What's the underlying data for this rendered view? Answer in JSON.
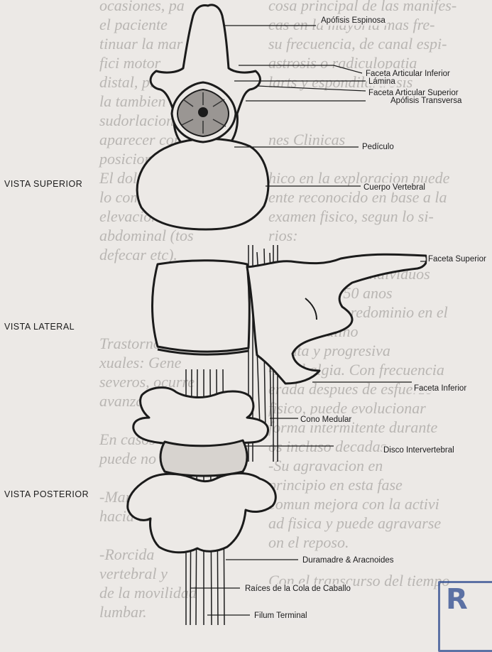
{
  "background_text": {
    "left_column": "ocasiones, pa\nel paciente\ntinuar la mar\nfici motor\ndistal, pie\nla tambien\nsudorlacion\naparecer con\nposicion erecta\nEl dolor y las\nlo comun no se\nelevacion de la\nabdominal (tos\ndefecar etc).",
    "left_column_2": "Trastornos\nxuales: Gene\nseveros, ocurre\navanzados.\n\nEn casos no\npuede no existe\n\n-Marcha ant\nhacia adelante\n\n-Rorcida\nvertebral y\nde la movilidad\nlumbar.",
    "right_column": "cosa principal de las manifes-\ncas en la mayoria mas fre-\nsu frecuencia, de canal espi-\nastrosis o radiculopatia\nlarts y espondilartrosis\n\n\nnes Clinicas\n\nhico en la exploracion puede\nente reconocido en base a la\nexamen fisico, segun lo si-\nrios:\n\n-Predomina en individuos\nmayores de 50 anos\n-Moderado predominio en el\nexo masculino\n-Lenta y progresiva\n-Lumbalgia. Con frecuencia\nerada despues de esfuerzo\nfisico, puede evolucionar\nforma intermitente durante\nos incluso decadas\n-Su agravacion en\nprincipio en esta fase\ncomun mejora con la activi\nad fisica y puede agravarse\non el reposo.\n\nCon el transcurso del tiempo"
  },
  "views": {
    "superior": "VISTA SUPERIOR",
    "lateral": "VISTA LATERAL",
    "posterior": "VISTA POSTERIOR"
  },
  "labels": {
    "apofisis_espinosa": "Apófisis Espinosa",
    "faceta_articular_inferior": "Faceta Articular Inferior",
    "lamina": "Lámina",
    "faceta_articular_superior": "Faceta Articular Superior",
    "apofisis_transversa": "Apófisis Transversa",
    "pediculo": "Pedículo",
    "cuerpo_vertebral": "Cuerpo Vertebral",
    "faceta_superior": "Faceta Superior",
    "faceta_inferior": "Faceta Inferior",
    "cono_medular": "Cono Medular",
    "disco_intervertebral": "Disco Intervertebral",
    "duramadre": "Duramadre & Aracnoides",
    "raices": "Raíces de la Cola de Caballo",
    "filum": "Filum Terminal"
  },
  "stamp_text": "R",
  "colors": {
    "ink": "#1b1b1b",
    "paper": "#ece9e6",
    "faint_text": "#b9b6b3",
    "stamp": "#2c4a8f"
  }
}
